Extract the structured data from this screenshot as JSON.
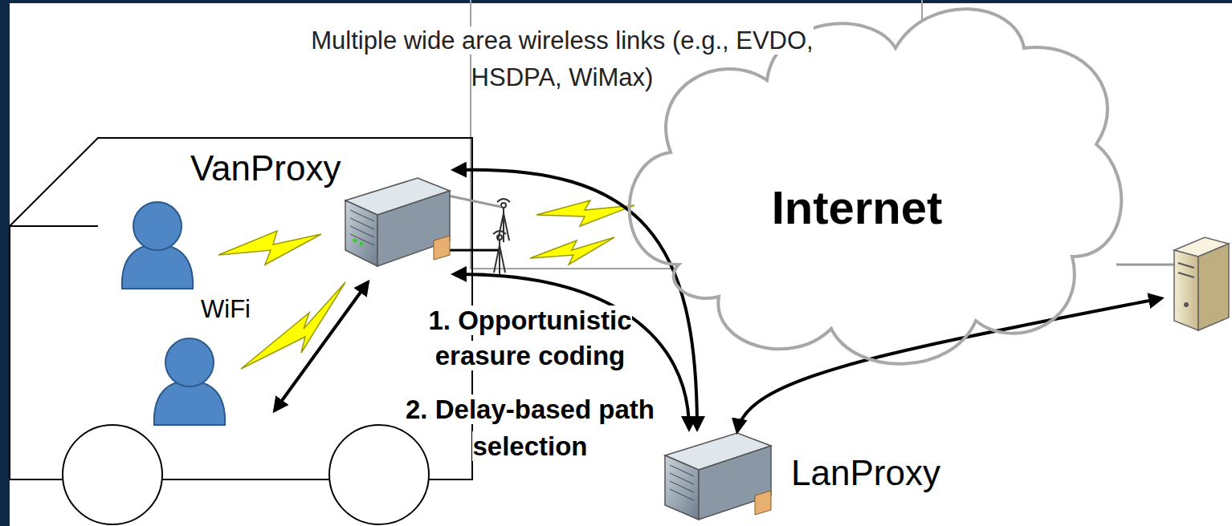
{
  "diagram": {
    "nodes": [
      {
        "text": [
          "Internet"
        ]
      },
      {
        "text": [
          "VanProxy"
        ]
      },
      {
        "text": [
          "LanProxy"
        ]
      }
    ],
    "edges": [
      {
        "from": 1,
        "to": 2,
        "arrow": "both"
      },
      {
        "from": 1,
        "to": 2,
        "arrow": "both"
      }
    ],
    "labels": [
      "Multiple wide area wireless links (e.g., EVDO, HSDPA, WiMax)",
      "WiFi",
      "1. Opportunistic erasure coding",
      "2. Delay-based path selection"
    ]
  }
}
